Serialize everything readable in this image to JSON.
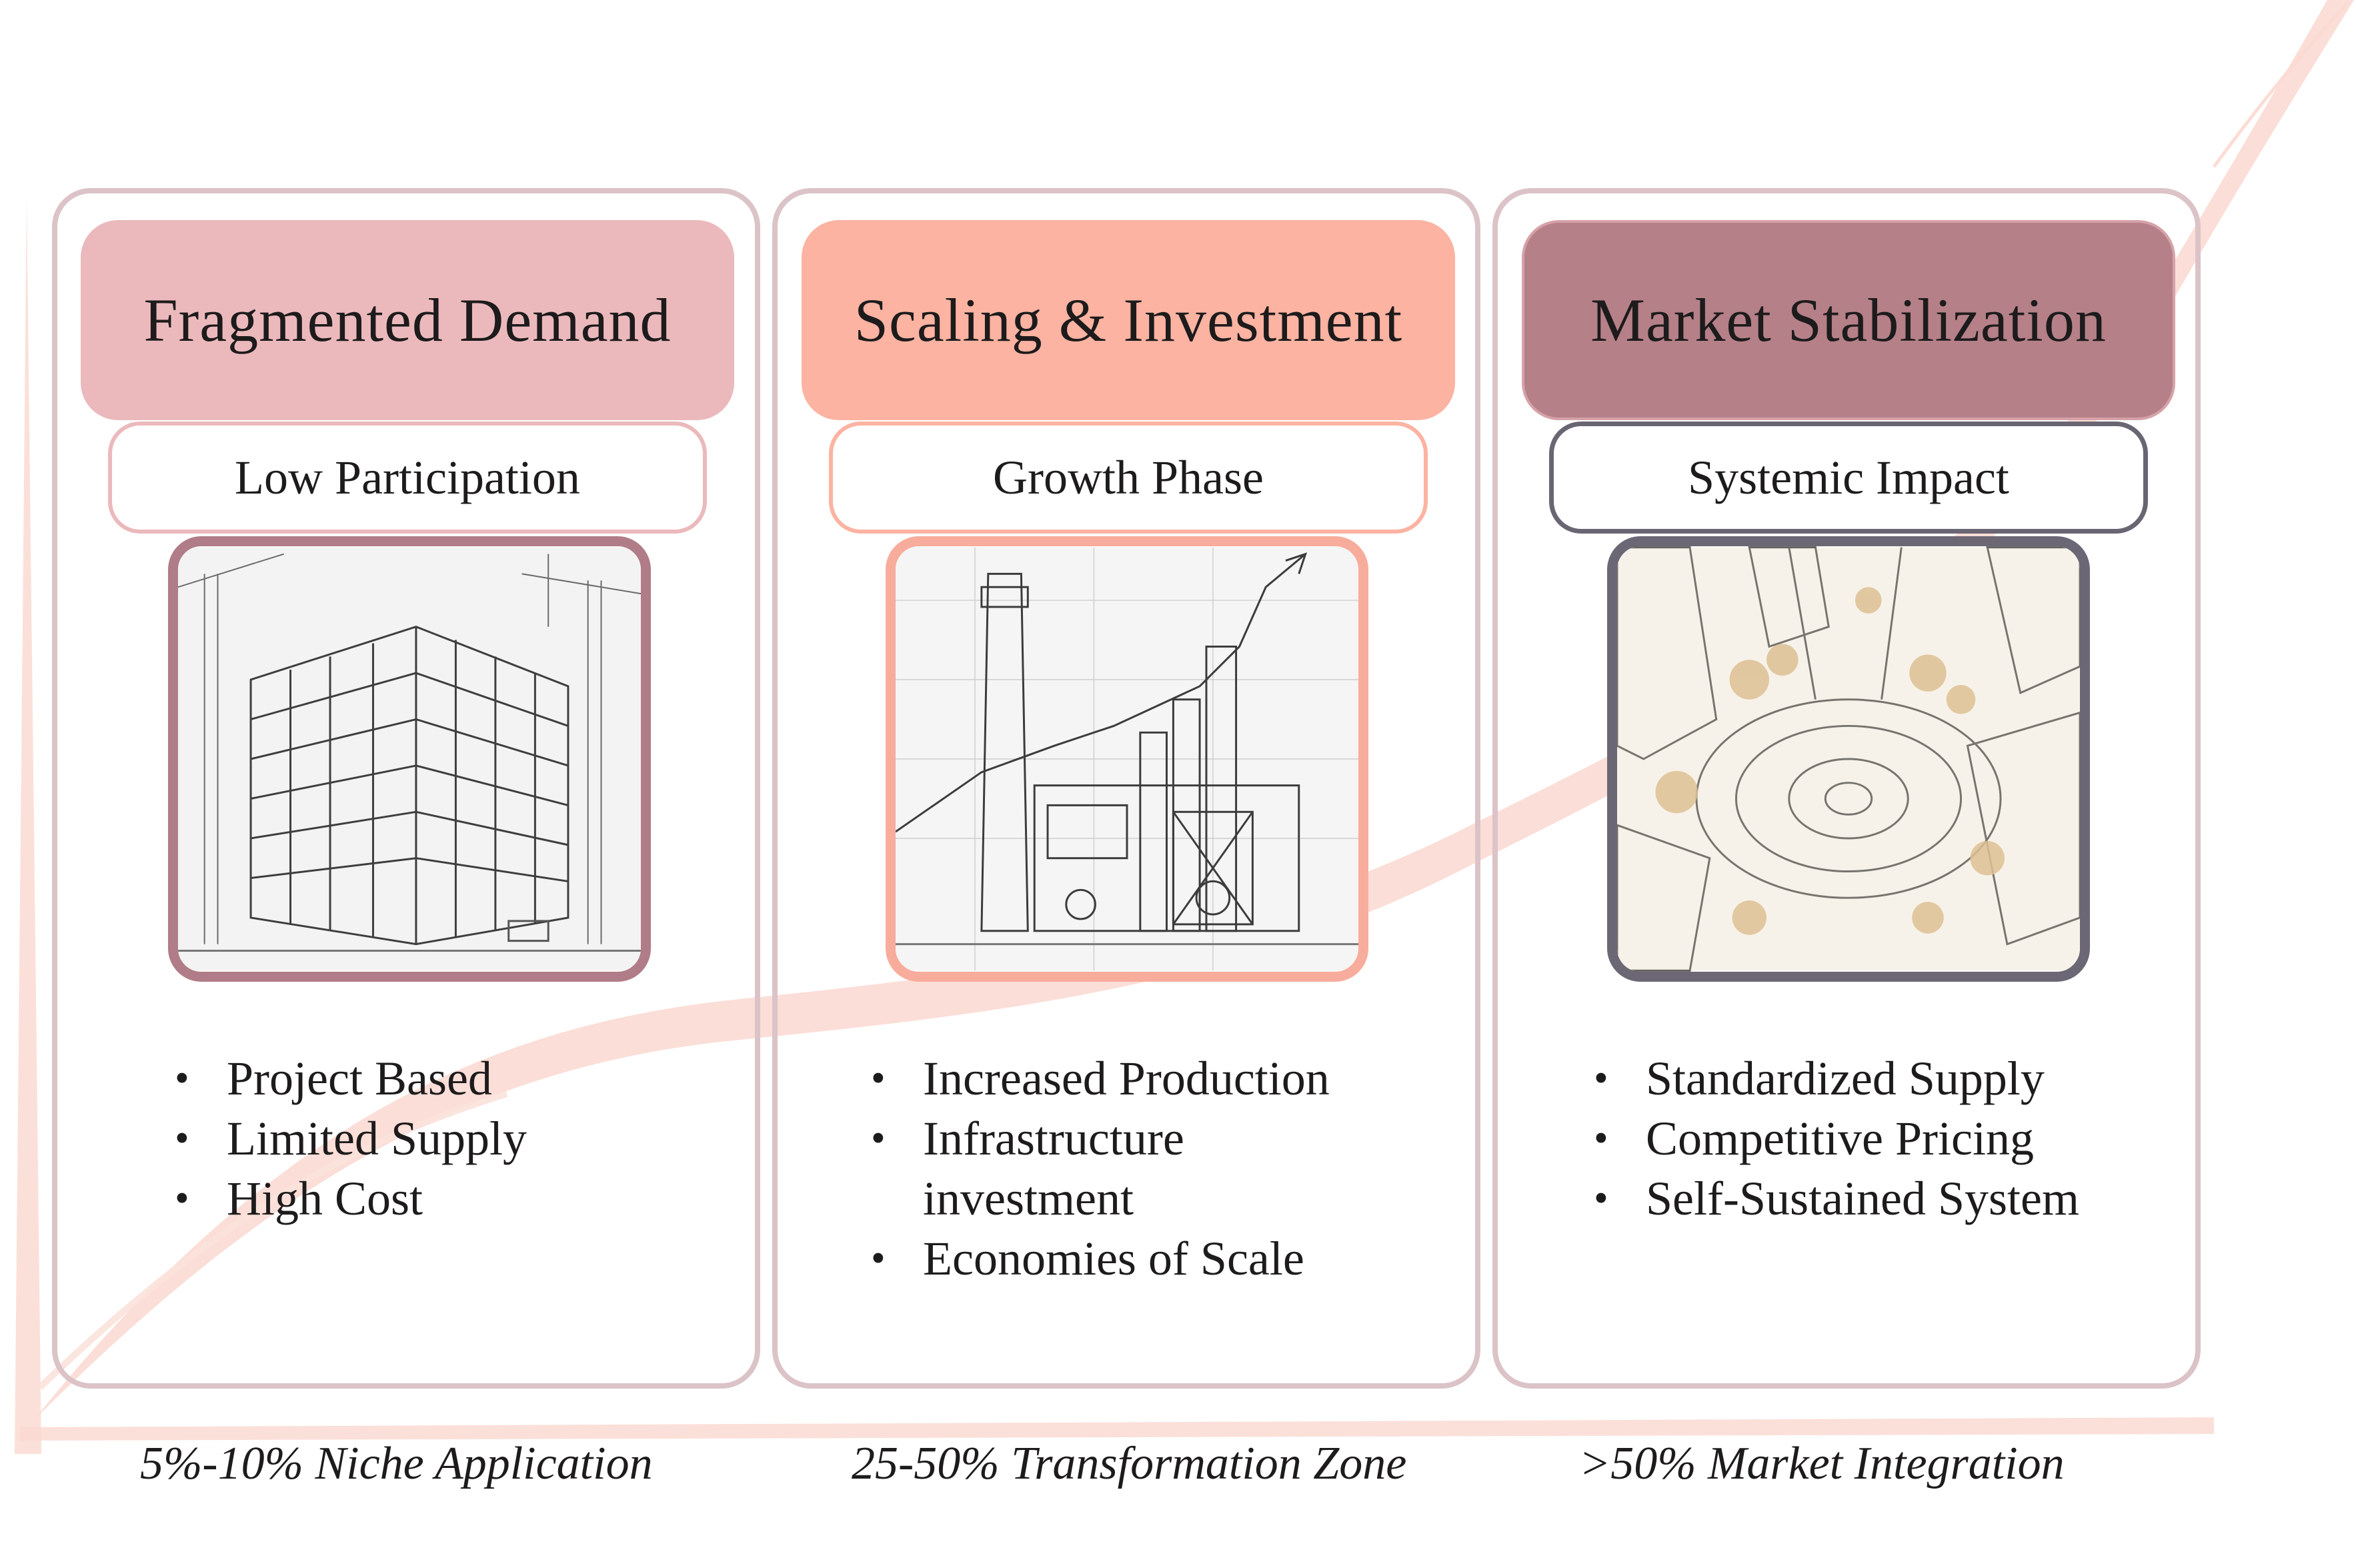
{
  "stages": [
    {
      "title": "Fragmented Demand",
      "subtitle": "Low Participation",
      "image_icon": "building-under-construction-sketch",
      "bullets": [
        "Project Based",
        "Limited Supply",
        "High Cost"
      ],
      "footer": "5%-10% Niche Application",
      "colors": {
        "title_bg": "#ebb9bc",
        "sub_border": "#ebb9bc",
        "frame": "#b07c87"
      }
    },
    {
      "title": "Scaling & Investment",
      "subtitle": "Growth Phase",
      "image_icon": "factory-growth-chart-sketch",
      "bullets": [
        "Increased Production",
        "Infrastructure investment",
        "Economies of Scale"
      ],
      "footer": "25-50% Transformation Zone",
      "colors": {
        "title_bg": "#fcb3a2",
        "sub_border": "#fcb3a2",
        "frame": "#f8ac9b"
      }
    },
    {
      "title": "Market Stabilization",
      "subtitle": "Systemic Impact",
      "image_icon": "city-plaza-sketch",
      "bullets": [
        "Standardized Supply",
        "Competitive Pricing",
        "Self-Sustained System"
      ],
      "footer": ">50% Market Integration",
      "colors": {
        "title_bg": "#b58088",
        "sub_border": "#6a6573",
        "frame": "#6b6774"
      }
    }
  ],
  "colors": {
    "panel_border": "#dbc3c8",
    "arrow": "#fad8d0"
  }
}
